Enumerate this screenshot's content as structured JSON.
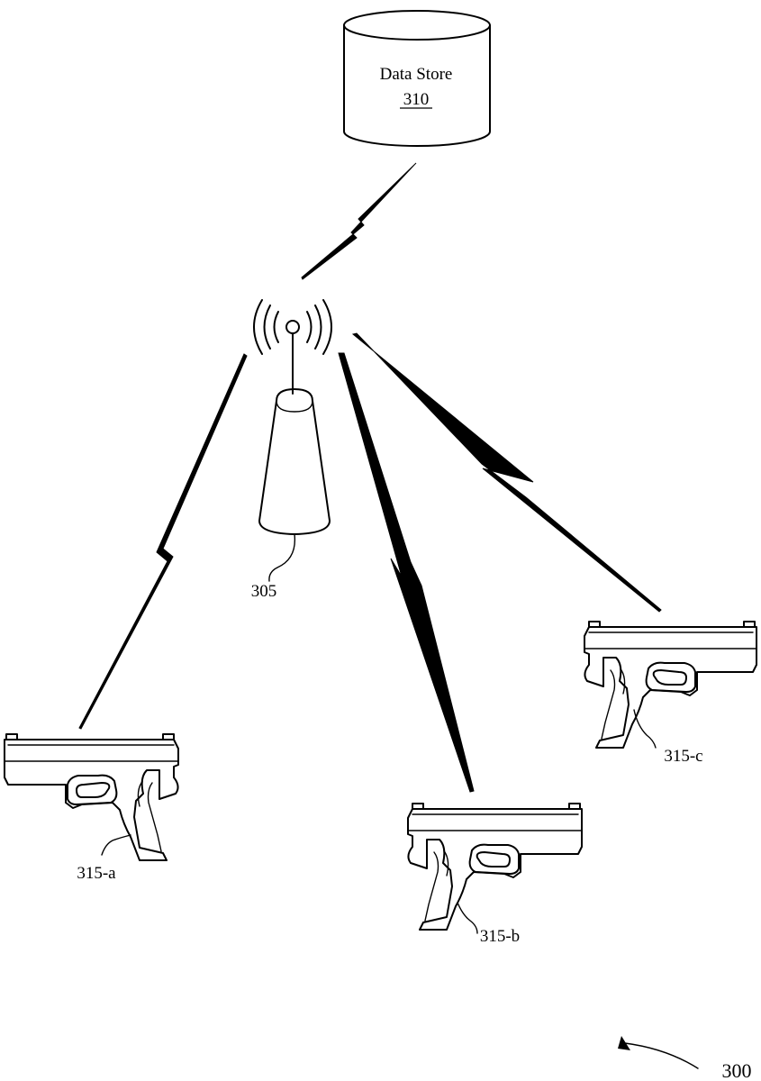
{
  "data_store": {
    "title": "Data Store",
    "ref": "310"
  },
  "access_point": {
    "ref": "305"
  },
  "devices": [
    {
      "ref": "315-a"
    },
    {
      "ref": "315-b"
    },
    {
      "ref": "315-c"
    }
  ],
  "figure_ref": "300"
}
